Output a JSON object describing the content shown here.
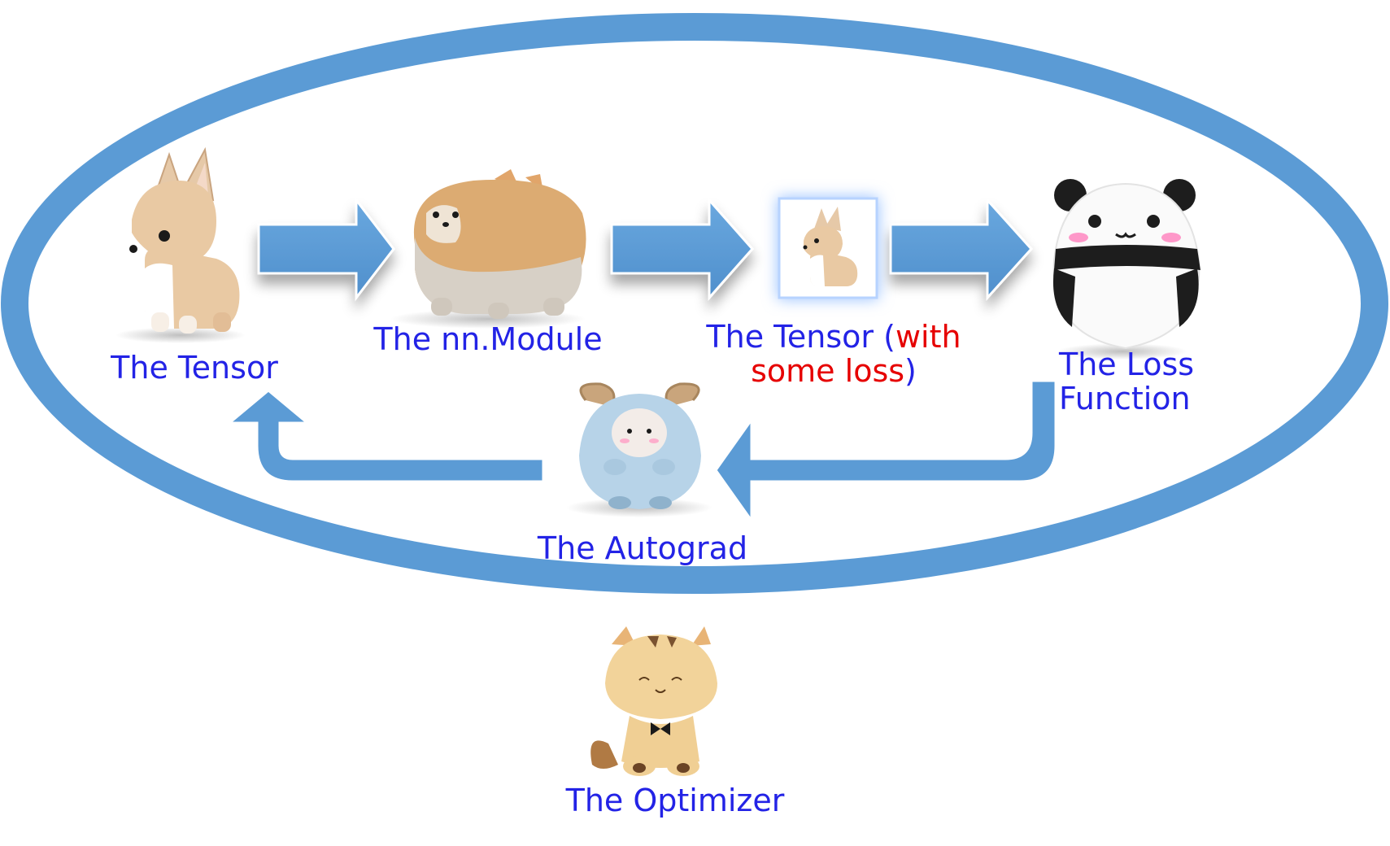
{
  "colors": {
    "loop_ellipse": "#5b9bd5",
    "arrow_fill": "#5b9bd5",
    "arrow_edge": "#3e7fbf",
    "label_text": "#2323e6",
    "highlight_text": "#e60000"
  },
  "nodes": {
    "tensor_input": {
      "label": "The Tensor",
      "icon": "corgi-plush-icon"
    },
    "nn_module": {
      "label": "The nn.Module",
      "icon": "shiba-plush-icon"
    },
    "tensor_output": {
      "label_prefix": "The Tensor (",
      "label_highlight_1": "with",
      "label_highlight_2": "some loss",
      "label_suffix": ")",
      "icon": "corgi-plush-small-icon"
    },
    "loss_function": {
      "label_line1": "The Loss",
      "label_line2": "Function",
      "icon": "panda-plush-icon"
    },
    "autograd": {
      "label": "The Autograd",
      "icon": "ram-plush-icon"
    },
    "optimizer": {
      "label": "The Optimizer",
      "icon": "cat-plush-icon"
    }
  },
  "edges": [
    {
      "from": "tensor_input",
      "to": "nn_module"
    },
    {
      "from": "nn_module",
      "to": "tensor_output"
    },
    {
      "from": "tensor_output",
      "to": "loss_function"
    },
    {
      "from": "loss_function",
      "to": "autograd"
    },
    {
      "from": "autograd",
      "to": "tensor_input"
    }
  ]
}
